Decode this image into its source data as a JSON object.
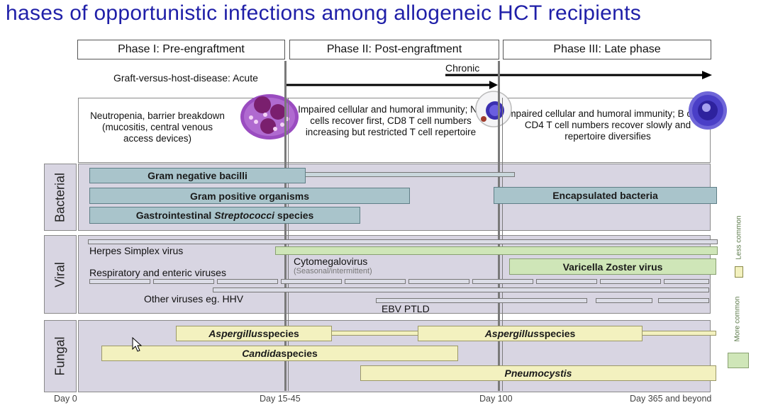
{
  "title": "hases of opportunistic infections among allogeneic HCT recipients",
  "phases": [
    {
      "label": "Phase I: Pre-engraftment"
    },
    {
      "label": "Phase II: Post-engraftment"
    },
    {
      "label": "Phase III: Late phase"
    }
  ],
  "gvhd": {
    "label": "Graft-versus-host-disease:",
    "acute": "Acute",
    "chronic": "Chronic"
  },
  "descriptions": [
    {
      "text": "Neutropenia, barrier breakdown (mucositis, central venous access devices)"
    },
    {
      "text": "Impaired cellular and humoral immunity; NK cells recover first, CD8 T cell numbers increasing but restricted T cell repertoire"
    },
    {
      "text": "Impaired cellular and humoral immunity; B cell & CD4 T cell numbers recover slowly and repertoire diversifies"
    }
  ],
  "categories": {
    "bacterial": "Bacterial",
    "viral": "Viral",
    "fungal": "Fungal"
  },
  "bacterial": {
    "gram_negative": "Gram negative bacilli",
    "gram_positive": "Gram positive organisms",
    "gi_strep_pre": "Gastrointestinal ",
    "gi_strep_italic": "Streptococci",
    "gi_strep_post": " species",
    "encapsulated": "Encapsulated bacteria"
  },
  "viral": {
    "hsv": "Herpes Simplex virus",
    "cmv": "Cytomegalovirus",
    "cmv_note": "(Seasonal/intermittent)",
    "respiratory": "Respiratory and enteric viruses",
    "vzv": "Varicella Zoster virus",
    "other": "Other viruses eg. HHV",
    "ebv": "EBV PTLD"
  },
  "fungal": {
    "aspergillus_italic": "Aspergillus",
    "aspergillus_post": " species",
    "candida_italic": "Candida",
    "candida_post": " species",
    "pneumocystis": "Pneumocystis"
  },
  "timeline": {
    "day0": "Day 0",
    "day15": "Day 15-45",
    "day100": "Day 100",
    "day365": "Day 365 and beyond"
  },
  "legend": {
    "less": "Less common",
    "more": "More common"
  },
  "colors": {
    "title": "#1f1fa8",
    "bacterial_bar": "#a9c4cb",
    "viral_bar": "#cfe6b8",
    "fungal_bar": "#f3f1bf",
    "panel": "#d8d5e2"
  }
}
